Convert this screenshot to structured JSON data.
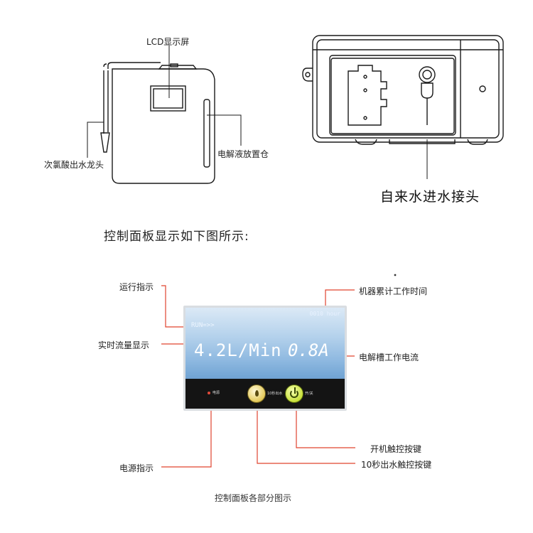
{
  "top_left_device": {
    "lcd_label": "LCD显示屏",
    "faucet_label": "次氯酸出水龙头",
    "electrolyte_label": "电解液放置仓"
  },
  "top_right_device": {
    "inlet_label": "自来水进水接头"
  },
  "section_title": "控制面板显示如下图所示:",
  "panel": {
    "hours_text": "0010 hour",
    "run_text": "RUN=>>",
    "flow_text": "4.2L/Min",
    "current_text": "0.8A",
    "power_led_text": "电源",
    "water_button_text": "10秒出水",
    "power_button_text": "开/关"
  },
  "callouts": {
    "run_indicator": "运行指示",
    "flow_display": "实时流量显示",
    "power_indicator": "电源指示",
    "machine_hours": "机器累计工作时间",
    "cell_current": "电解槽工作电流",
    "power_touch_key": "开机触控按键",
    "water_touch_key": "10秒出水触控按键"
  },
  "caption": "控制面板各部分图示",
  "colors": {
    "callout_line": "#e0432f",
    "drawing_line": "#1a1a1a",
    "screen_top": "#dbe9f6",
    "screen_bottom": "#6fa2d2"
  }
}
